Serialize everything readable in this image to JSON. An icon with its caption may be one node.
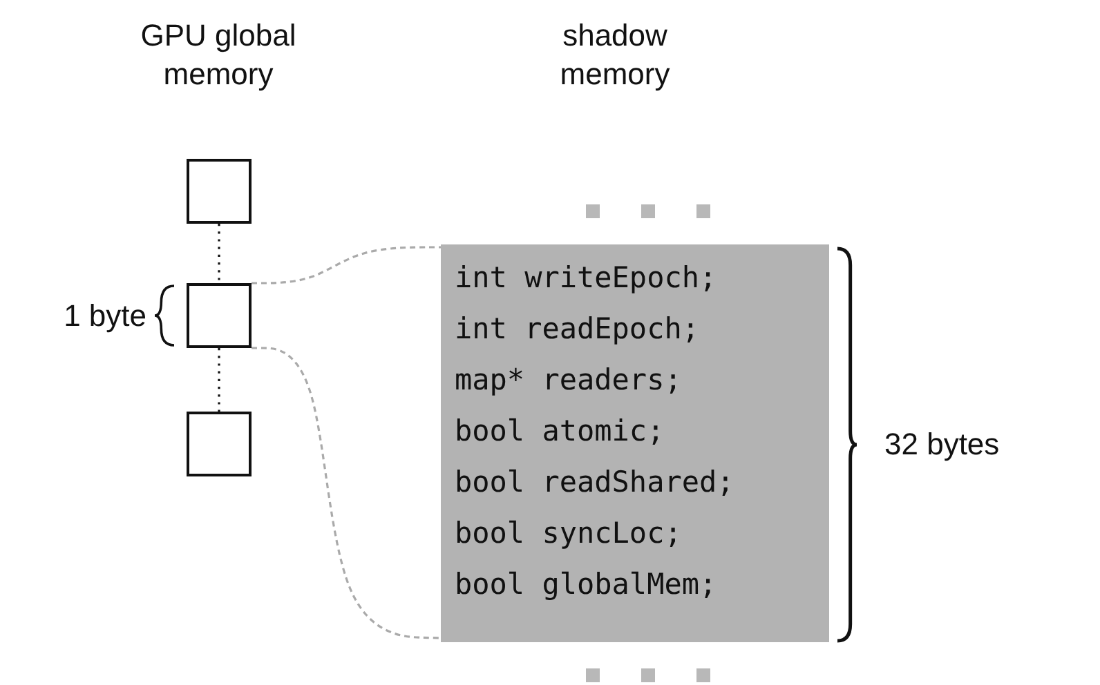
{
  "diagram": {
    "nodes": [
      {
        "text": [],
        "shape": "box"
      },
      {
        "text": [],
        "shape": "box"
      },
      {
        "text": [],
        "shape": "box"
      },
      {
        "text": [
          "int writeEpoch;",
          "int readEpoch;",
          "map* readers;",
          "bool atomic;",
          "bool readShared;",
          "bool syncLoc;",
          "bool globalMem;"
        ]
      }
    ],
    "edges": [
      {
        "from": 0,
        "to": 1,
        "arrow": "none",
        "style": "dashed"
      },
      {
        "from": 1,
        "to": 2,
        "arrow": "none",
        "style": "dashed"
      },
      {
        "from": 1,
        "to": 3,
        "arrow": "none",
        "style": "dashed",
        "color": "#aaaaaa"
      },
      {
        "from": 1,
        "to": 3,
        "arrow": "none",
        "style": "dashed",
        "color": "#aaaaaa"
      }
    ],
    "labels": [
      "GPU global memory",
      "shadow memory",
      "1 byte",
      "32 bytes"
    ]
  }
}
